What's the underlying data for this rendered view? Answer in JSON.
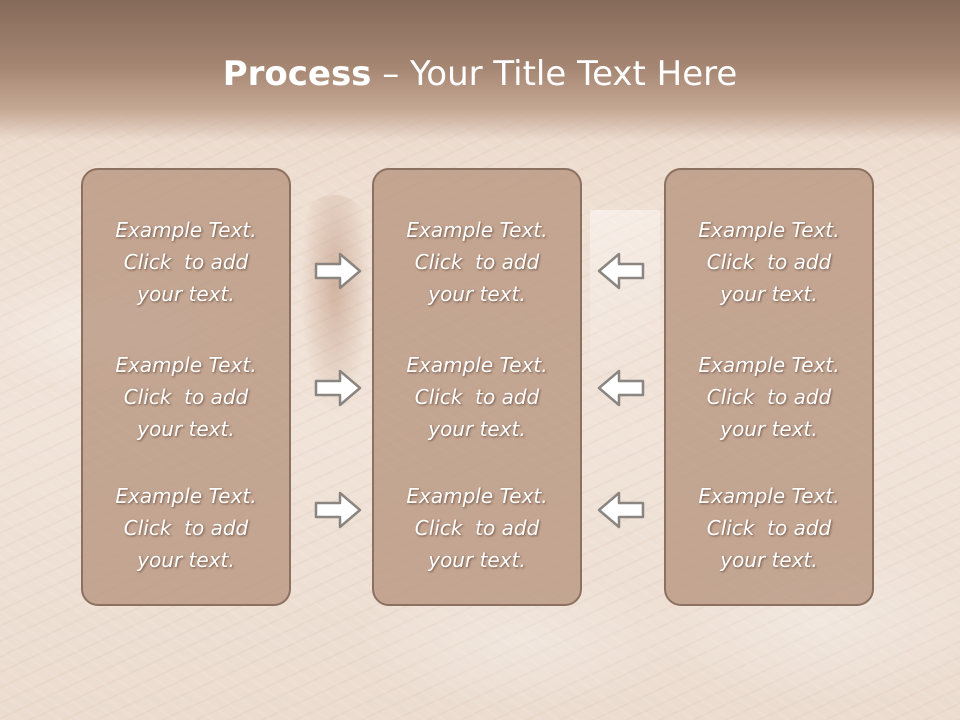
{
  "slide": {
    "title_bold": "Process",
    "title_rest": " – Your Title Text Here"
  },
  "columns": [
    {
      "items": [
        {
          "line1": "Example Text.",
          "line2": "Click  to add",
          "line3": "your text."
        },
        {
          "line1": "Example Text.",
          "line2": "Click  to add",
          "line3": "your text."
        },
        {
          "line1": "Example Text.",
          "line2": "Click  to add",
          "line3": "your text."
        }
      ]
    },
    {
      "items": [
        {
          "line1": "Example Text.",
          "line2": "Click  to add",
          "line3": "your text."
        },
        {
          "line1": "Example Text.",
          "line2": "Click  to add",
          "line3": "your text."
        },
        {
          "line1": "Example Text.",
          "line2": "Click  to add",
          "line3": "your text."
        }
      ]
    },
    {
      "items": [
        {
          "line1": "Example Text.",
          "line2": "Click  to add",
          "line3": "your text."
        },
        {
          "line1": "Example Text.",
          "line2": "Click  to add",
          "line3": "your text."
        },
        {
          "line1": "Example Text.",
          "line2": "Click  to add",
          "line3": "your text."
        }
      ]
    }
  ],
  "arrows": {
    "left_side": "arrow-right-icon",
    "right_side": "arrow-left-icon"
  },
  "colors": {
    "header": "#a58673",
    "box_fill": "#b4917a",
    "box_border": "#8c7060",
    "text": "#ffffff"
  }
}
